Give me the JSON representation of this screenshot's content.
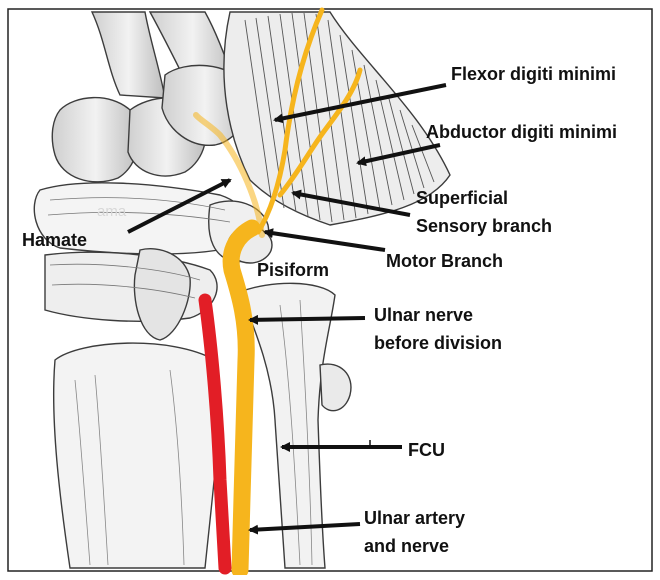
{
  "labels": {
    "flexor": "Flexor digiti minimi",
    "abductor": "Abductor digiti minimi",
    "superficial_1": "Superficial",
    "superficial_2": "Sensory branch",
    "hamate": "Hamate",
    "pisiform": "Pisiform",
    "motor": "Motor Branch",
    "ulnar_nerve_1": "Ulnar nerve",
    "ulnar_nerve_2": "before division",
    "fcu": "FCU",
    "ulnar_artery_1": "Ulnar artery",
    "ulnar_artery_2": "and nerve",
    "faint_text": "ama"
  },
  "colors": {
    "nerve": "#f6b51d",
    "artery": "#e21e26",
    "line_art": "#3c3c3c",
    "bone_fill": "#e9e9e9",
    "frame": "#222222"
  }
}
